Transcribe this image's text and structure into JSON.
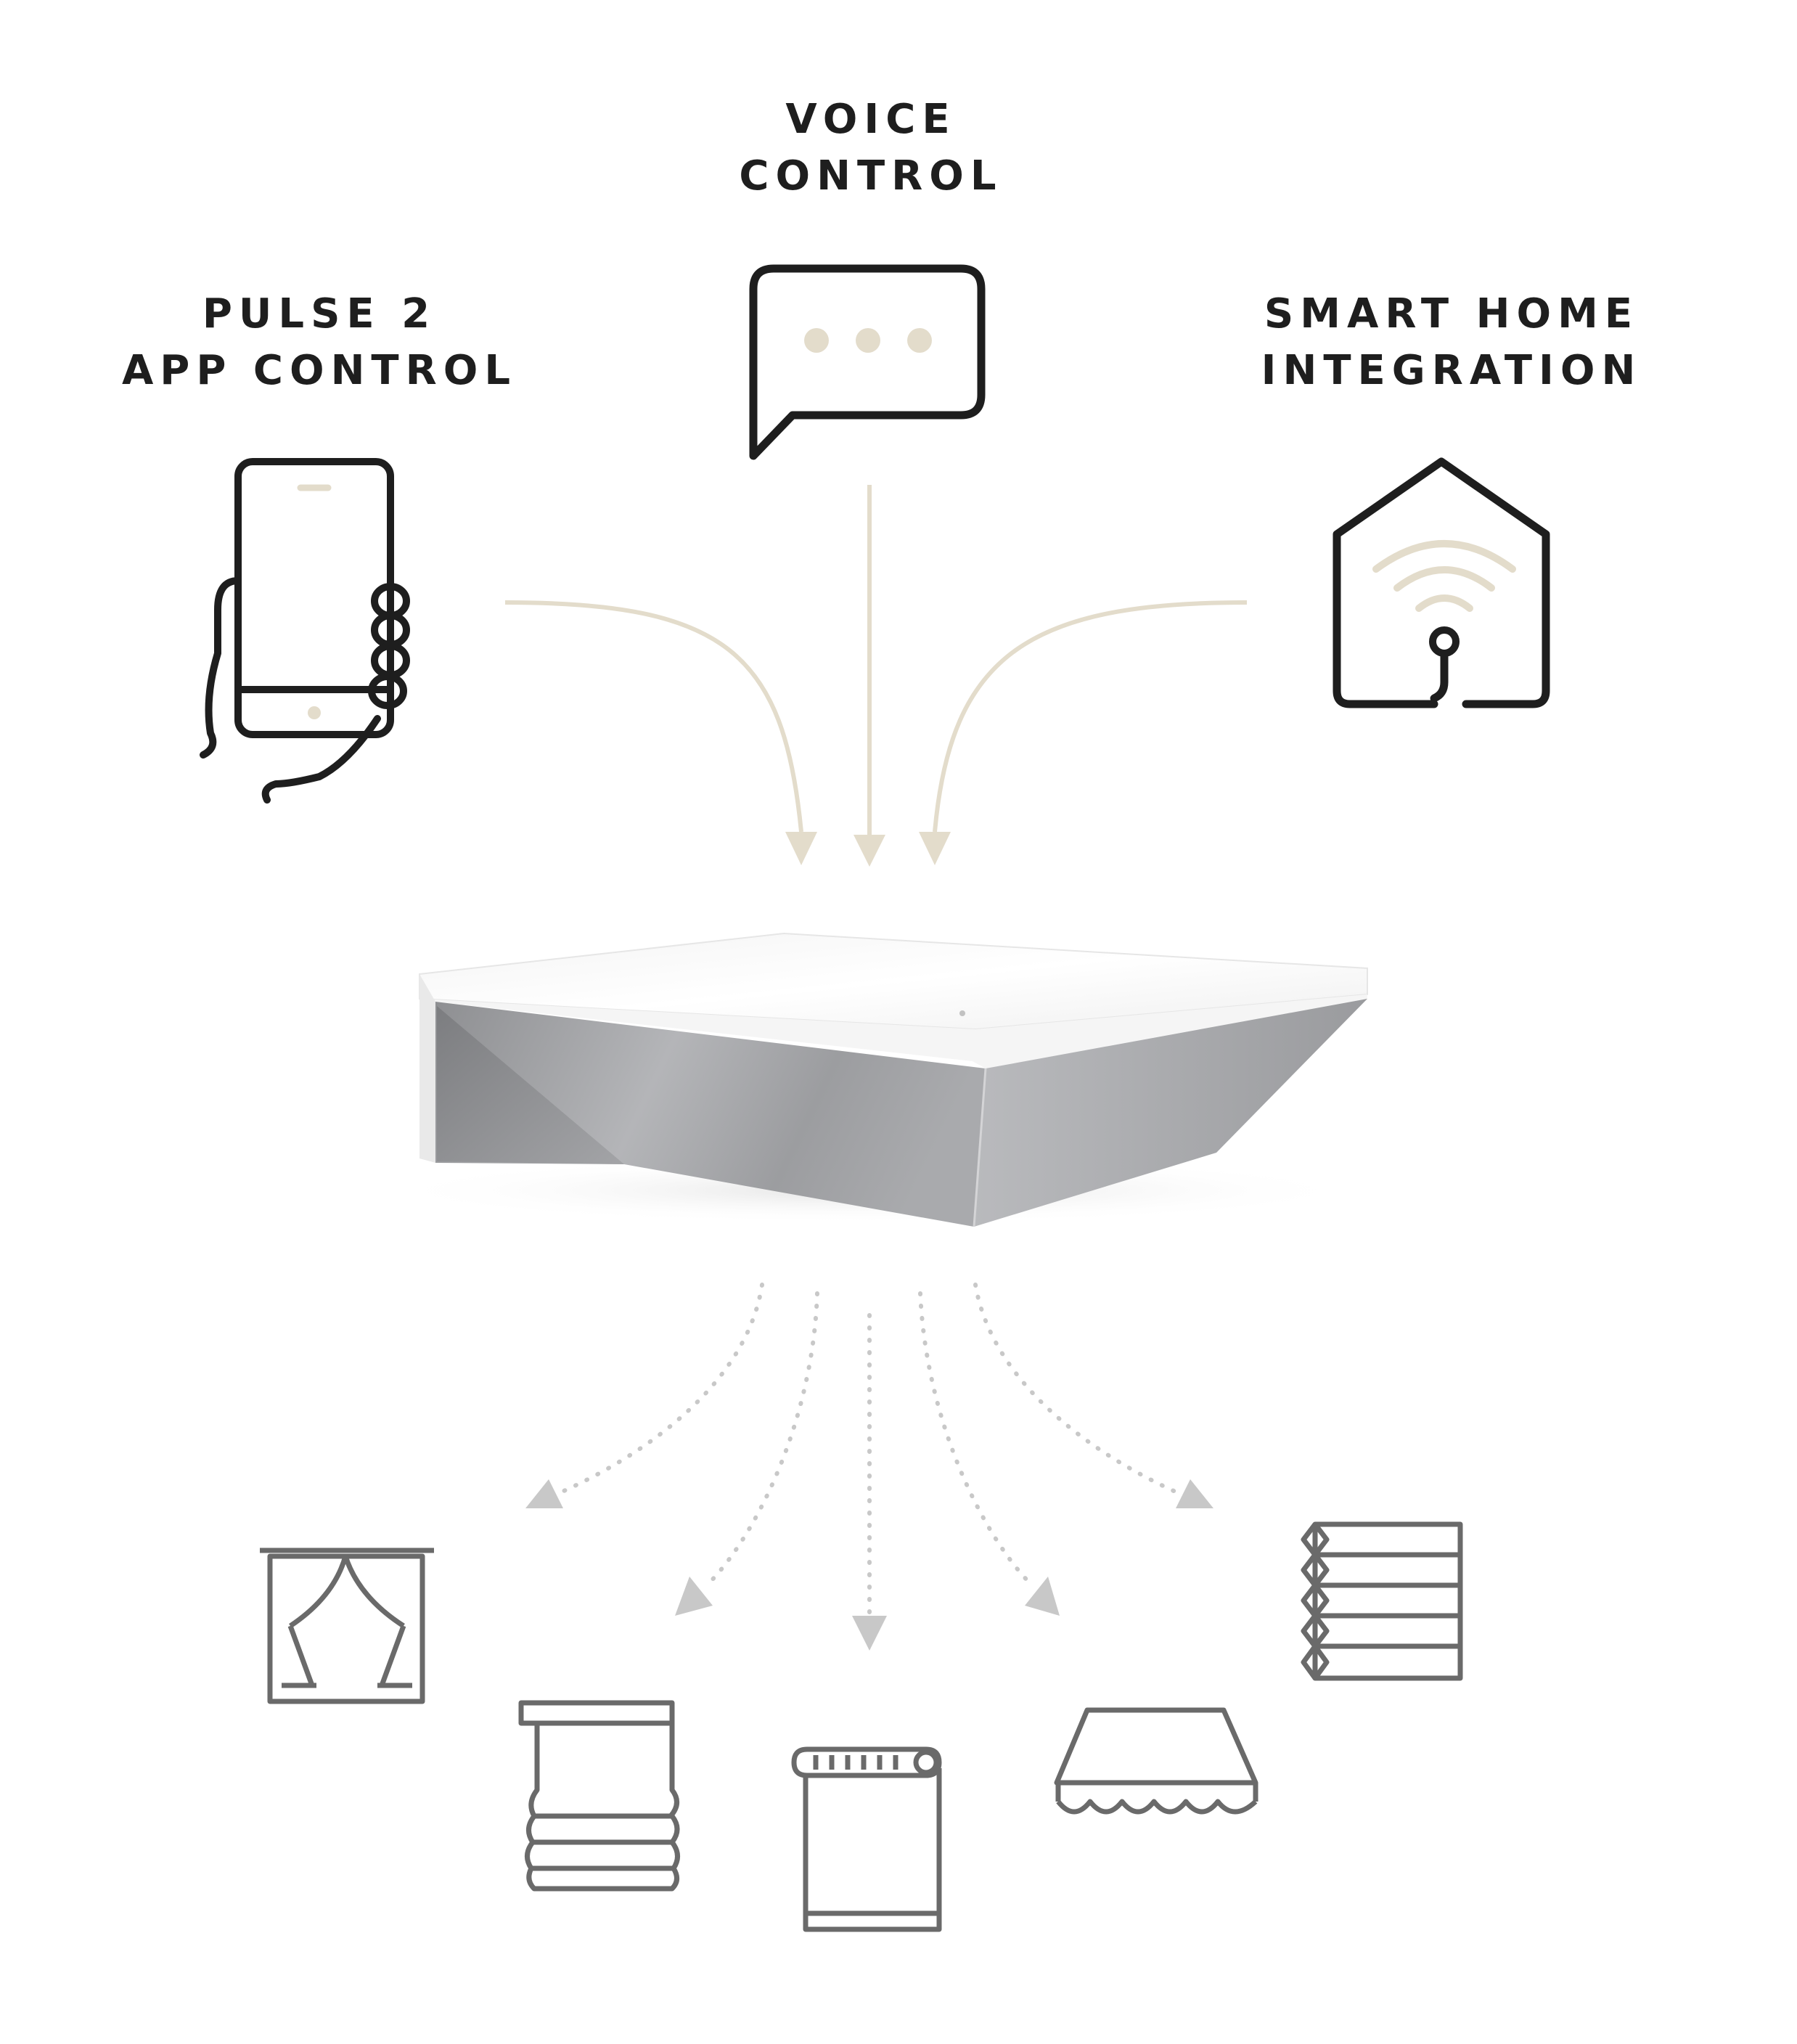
{
  "labels": {
    "voice": {
      "line1": "VOICE",
      "line2": "CONTROL"
    },
    "app": {
      "line1": "PULSE 2",
      "line2": "APP CONTROL"
    },
    "smart": {
      "line1": "SMART HOME",
      "line2": "INTEGRATION"
    }
  },
  "icons": {
    "inputs": [
      "phone-hand-icon",
      "speech-bubble-icon",
      "smart-home-wifi-icon"
    ],
    "hub": "pulse-hub-device",
    "outputs": [
      "curtain-icon",
      "roman-shade-icon",
      "roller-blind-icon",
      "awning-icon",
      "pleated-shade-icon"
    ]
  },
  "colors": {
    "text": "#1e1e1e",
    "icon_dark": "#1e1e1e",
    "accent_beige": "#e3dccb",
    "output_grey": "#6a6a6a",
    "dotted_grey": "#c8c8c8"
  }
}
